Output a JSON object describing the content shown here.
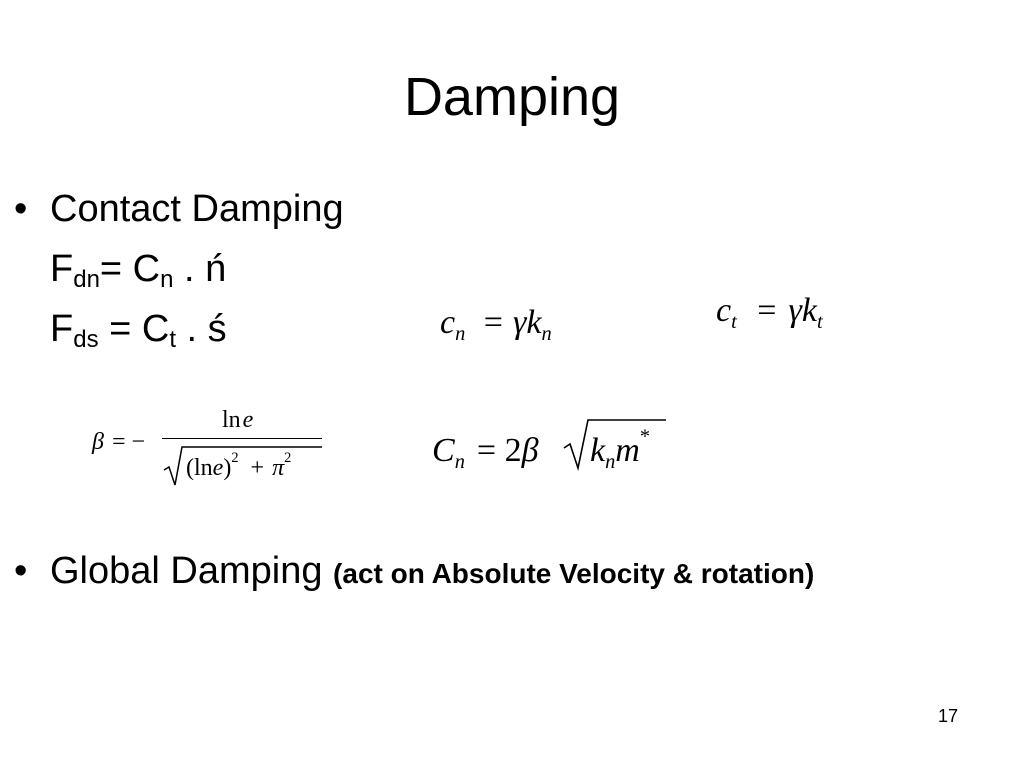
{
  "slide": {
    "title": "Damping",
    "bullets": [
      {
        "text": "Contact Damping"
      },
      {
        "text": "Global Damping",
        "note": "(act on Absolute Velocity & rotation)"
      }
    ],
    "lines": {
      "fdn": {
        "lhs": "F",
        "lhs_sub": "dn",
        "eq": "= C",
        "rhs_sub": "n",
        "tail": " . ń"
      },
      "fds": {
        "lhs": "F",
        "lhs_sub": "ds",
        "eq": " = C",
        "rhs_sub": "t",
        "tail": " . ś"
      }
    },
    "bullet_glyph": "•",
    "page_number": "17"
  },
  "equations": {
    "cn": {
      "c": "c",
      "n": "n",
      "eq": "=",
      "gamma": "γ",
      "k": "k",
      "n2": "n"
    },
    "ct": {
      "c": "c",
      "t": "t",
      "eq": "=",
      "gamma": "γ",
      "k": "k",
      "t2": "t"
    },
    "beta": {
      "beta": "β",
      "eq": "= −",
      "num_ln": "ln",
      "num_e": "e",
      "den_open": "(ln",
      "den_e": "e",
      "den_close": ")",
      "den_sq": "2",
      "plus": "+",
      "pi": "π",
      "pi_sq": "2"
    },
    "Cn": {
      "C": "C",
      "n": "n",
      "eq": "= 2",
      "beta": "β",
      "k": "k",
      "n2": "n",
      "m": "m",
      "star": "*"
    }
  }
}
